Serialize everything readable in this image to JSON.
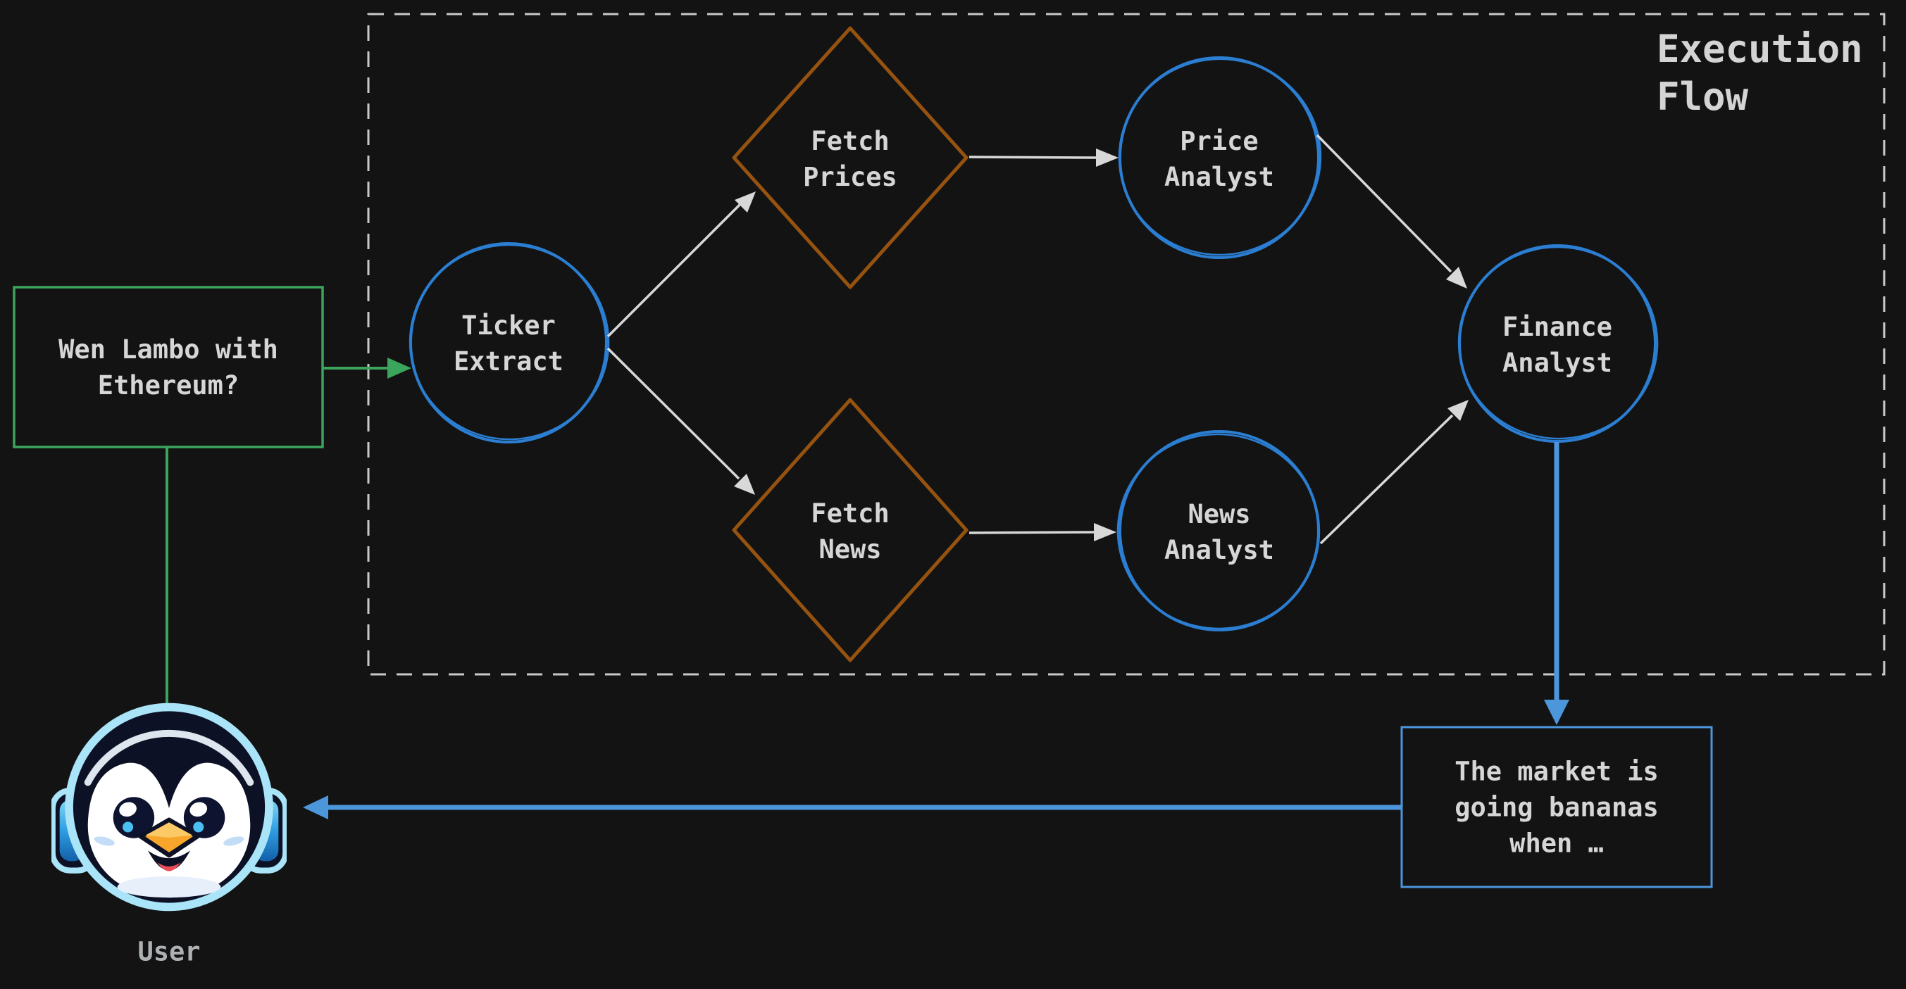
{
  "diagram": {
    "title": "Execution\nFlow",
    "query_box": {
      "label": "Wen Lambo with\nEthereum?"
    },
    "answer_box": {
      "label": "The market is\ngoing bananas\nwhen …"
    },
    "user": {
      "label": "User",
      "avatar": "penguin-headphones-mascot"
    },
    "nodes": {
      "ticker_extract": {
        "label": "Ticker\nExtract",
        "shape": "circle"
      },
      "fetch_prices": {
        "label": "Fetch\nPrices",
        "shape": "diamond"
      },
      "price_analyst": {
        "label": "Price\nAnalyst",
        "shape": "circle"
      },
      "fetch_news": {
        "label": "Fetch\nNews",
        "shape": "diamond"
      },
      "news_analyst": {
        "label": "News\nAnalyst",
        "shape": "circle"
      },
      "finance_analyst": {
        "label": "Finance\nAnalyst",
        "shape": "circle"
      }
    },
    "edges": [
      {
        "from": "query_box",
        "to": "ticker_extract",
        "color": "green"
      },
      {
        "from": "query_box",
        "to": "user",
        "color": "green"
      },
      {
        "from": "ticker_extract",
        "to": "fetch_prices",
        "color": "white"
      },
      {
        "from": "ticker_extract",
        "to": "fetch_news",
        "color": "white"
      },
      {
        "from": "fetch_prices",
        "to": "price_analyst",
        "color": "white"
      },
      {
        "from": "fetch_news",
        "to": "news_analyst",
        "color": "white"
      },
      {
        "from": "price_analyst",
        "to": "finance_analyst",
        "color": "white"
      },
      {
        "from": "news_analyst",
        "to": "finance_analyst",
        "color": "white"
      },
      {
        "from": "finance_analyst",
        "to": "answer_box",
        "color": "blue"
      },
      {
        "from": "answer_box",
        "to": "user",
        "color": "blue"
      }
    ],
    "colors": {
      "background": "#131313",
      "boundary_dashed": "#c9c9c9",
      "agent_circle": "#2b7ed2",
      "tool_diamond": "#96530f",
      "user_flow_green": "#3ba55c",
      "answer_flow_blue": "#4c96dc",
      "neutral_arrow": "#d8d8d8",
      "text": "#d6d6d6"
    }
  }
}
